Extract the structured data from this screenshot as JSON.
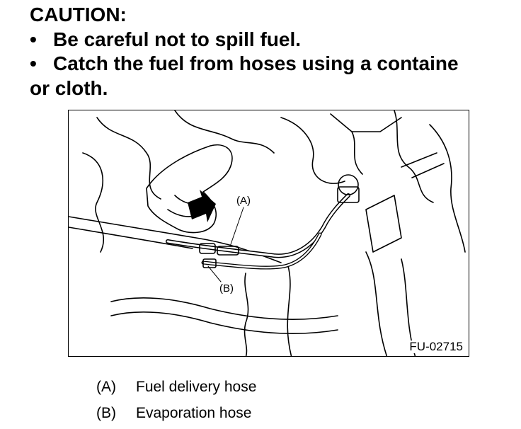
{
  "caution": {
    "title": "CAUTION:",
    "bullet_symbol": "•",
    "line1": "Be careful not to spill fuel.",
    "line2": "Catch the fuel from hoses using a containe",
    "line3": "or cloth."
  },
  "figure": {
    "label_a": "(A)",
    "label_b": "(B)",
    "code": "FU-02715",
    "arrow_color": "#000000"
  },
  "legend": [
    {
      "key": "(A)",
      "text": "Fuel delivery hose"
    },
    {
      "key": "(B)",
      "text": "Evaporation hose"
    }
  ]
}
